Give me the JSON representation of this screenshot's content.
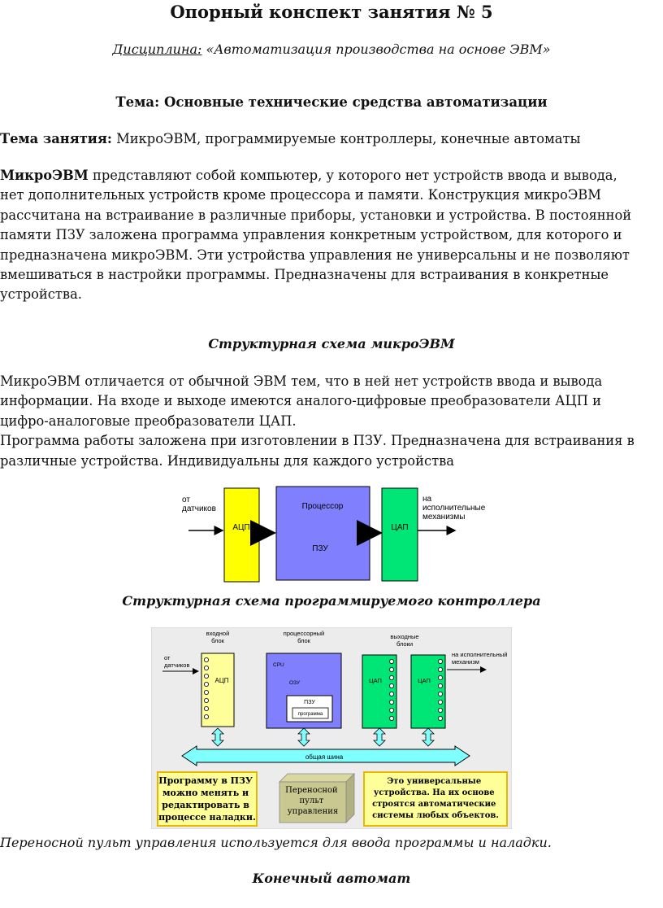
{
  "title": "Опорный конспект занятия № 5",
  "discipline": {
    "label": "Дисциплина:",
    "value": " «Автоматизация производства на основе ЭВМ»"
  },
  "topic": "Тема: Основные технические средства автоматизации",
  "lesson_topic": {
    "label": "Тема занятия:",
    "value": " МикроЭВМ, программируемые контроллеры, конечные автоматы"
  },
  "microevm": {
    "term": "МикроЭВМ",
    "lines": [
      " представляют собой компьютер, у которого нет устройств ввода и вывода,",
      "нет дополнительных устройств кроме процессора и памяти. Конструкция микроЭВМ",
      "рассчитана на встраивание в различные приборы, установки и устройства. В постоянной",
      "памяти ПЗУ заложена программа управления конкретным устройством, для которого и",
      "предназначена микроЭВМ. Эти устройства управления не универсальны и не позволяют",
      "вмешиваться в настройки программы. Предназначены для встраивания в конкретные",
      "устройства."
    ]
  },
  "section1_title": "Структурная схема микроЭВМ",
  "section1_lines": [
    "МикроЭВМ отличается от обычной ЭВМ тем, что в ней нет устройств ввода и вывода",
    "информации. На входе и выходе имеются аналого-цифровые преобразователи АЦП и",
    "цифро-аналоговые преобразователи ЦАП.",
    "Программа работы заложена при изготовлении в ПЗУ. Предназначена для встраивания в",
    "различные устройства. Индивидуальны для каждого устройства"
  ],
  "diagram1": {
    "input_label": [
      "от",
      "датчиков"
    ],
    "adc": "АЦП",
    "processor": "Процессор",
    "rom": "ПЗУ",
    "dac": "ЦАП",
    "output_label": [
      "на",
      "исполнительные",
      "механизмы"
    ],
    "colors": {
      "adc": "#ffff00",
      "cpu": "#8080ff",
      "dac": "#00e676"
    }
  },
  "section2_title": "Структурная схема программируемого контроллера",
  "diagram2": {
    "input_block": [
      "входной",
      "блок"
    ],
    "proc_block": [
      "процессорный",
      "блок"
    ],
    "output_blocks": [
      "выходные",
      "блоки"
    ],
    "from_sensors": [
      "от",
      "датчиков"
    ],
    "to_mech": [
      "на исполнительный",
      "механизм"
    ],
    "adc": "АЦП",
    "cpu": "CPU",
    "ozu": "ОЗУ",
    "rom": "ПЗУ",
    "program": "программа",
    "dac1": "ЦАП",
    "dac2": "ЦАП",
    "bus": "общая шина",
    "note_left": [
      "Программу в ПЗУ",
      "можно менять и",
      "редактировать в",
      "процессе наладки."
    ],
    "note_mid": [
      "Переносной",
      "пульт",
      "управления"
    ],
    "note_right": [
      "Это универсальные",
      "устройства. На их основе",
      "строятся автоматические",
      "системы любых объектов."
    ]
  },
  "caption": "Переносной пульт управления используется для ввода программы и наладки.",
  "section3_title": "Конечный автомат"
}
